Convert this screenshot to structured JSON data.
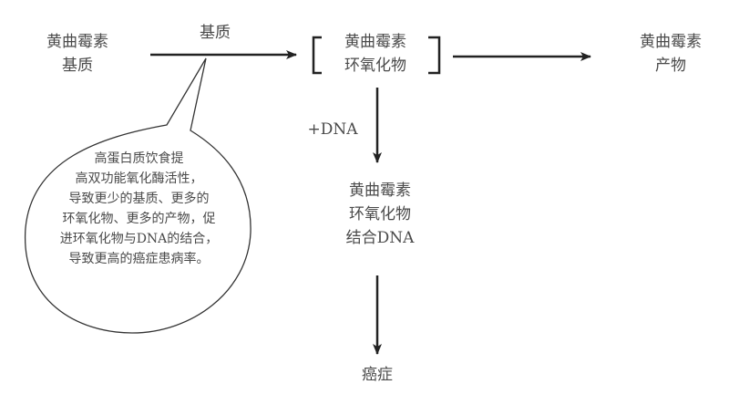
{
  "nodes": {
    "substrate": {
      "line1": "黄曲霉素",
      "line2": "基质"
    },
    "epoxide": {
      "line1": "黄曲霉素",
      "line2": "环氧化物"
    },
    "product": {
      "line1": "黄曲霉素",
      "line2": "产物"
    },
    "dna_adduct": {
      "line1": "黄曲霉素",
      "line2": "环氧化物",
      "line3": "结合DNA"
    },
    "cancer": {
      "label": "癌症"
    }
  },
  "edges": {
    "substrate_to_epoxide": {
      "label": "基质"
    },
    "epoxide_to_adduct": {
      "label": "+DNA"
    }
  },
  "callout": {
    "lines": [
      "高蛋白质饮食提",
      "高双功能氧化酶活性，",
      "导致更少的基质、更多的",
      "环氧化物、更多的产物，促",
      "进环氧化物与DNA的结合，",
      "导致更高的癌症患病率。"
    ]
  }
}
